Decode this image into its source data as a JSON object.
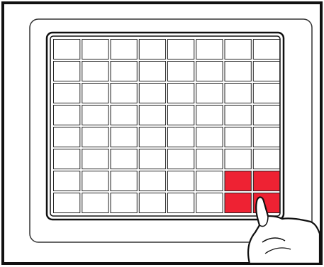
{
  "device": {
    "frame_color": "#111111",
    "bezel_color": "#ffffff",
    "screen_border_color": "#111111"
  },
  "grid": {
    "columns": 8,
    "rows": 8,
    "cell_fill": "#ffffff",
    "line_color": "#222222",
    "highlight_color": "#ee2233",
    "highlighted_cells": [
      {
        "row": 6,
        "col": 6
      },
      {
        "row": 6,
        "col": 7
      },
      {
        "row": 7,
        "col": 6
      },
      {
        "row": 7,
        "col": 7
      }
    ]
  },
  "hand": {
    "icon": "pointing-finger-icon",
    "fill": "#ffffff",
    "stroke": "#111111"
  }
}
